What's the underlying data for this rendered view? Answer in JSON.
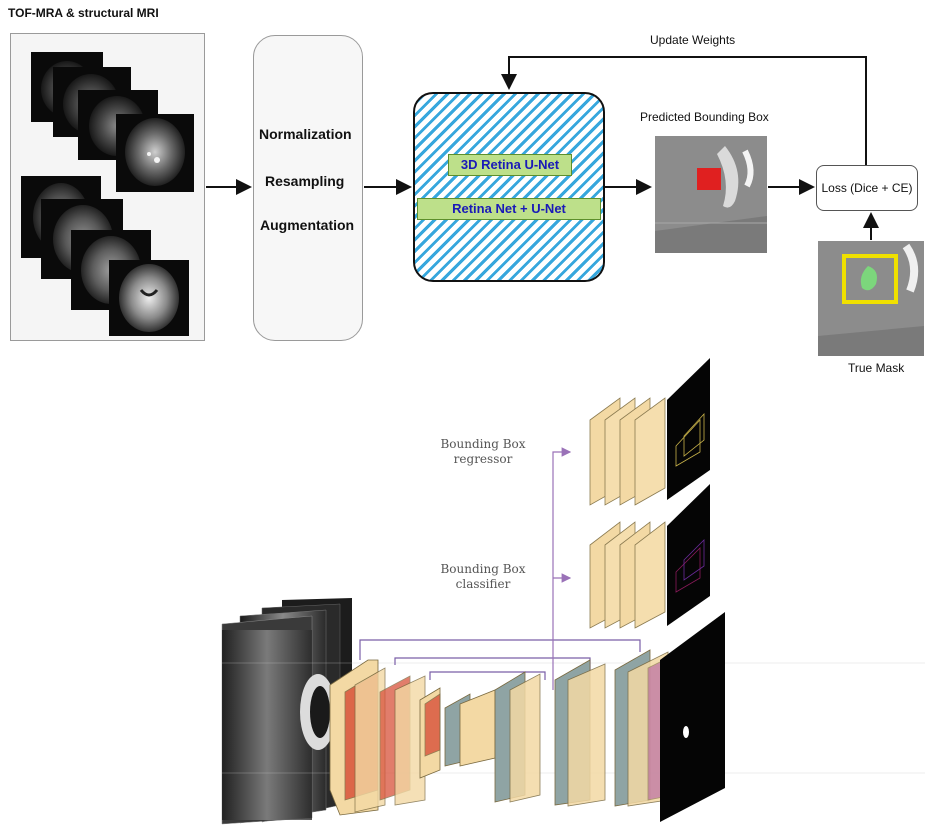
{
  "title": "TOF-MRA & structural MRI",
  "preprocessing": [
    "Normalization",
    "Resampling",
    "Augmentation"
  ],
  "model": {
    "label_top": "3D Retina U-Net",
    "label_bottom": "Retina Net + U-Net"
  },
  "predicted_label": "Predicted Bounding Box",
  "loss_label": "Loss (Dice + CE)",
  "update_label": "Update Weights",
  "true_mask_label": "True Mask",
  "bbox_regressor": {
    "line1": "Bounding Box",
    "line2": "regressor"
  },
  "bbox_classifier": {
    "line1": "Bounding Box",
    "line2": "classifier"
  },
  "colors": {
    "model_hatch": "#37a7dd",
    "model_label_bg": "#bde08a",
    "model_label_text": "#1a1ab8",
    "prediction_box": "#e02020",
    "true_mask_frame": "#f0e000",
    "true_mask_fill": "#7cd67c",
    "skip_arrow": "#7a5fa8",
    "block_beige": "#f3d9a4",
    "block_red": "#d8523a",
    "block_orange": "#e89a5a",
    "block_slate": "#8fa4a4"
  },
  "icons": [
    "brain-mri-slice",
    "arrow-right",
    "feedback-arrow"
  ]
}
